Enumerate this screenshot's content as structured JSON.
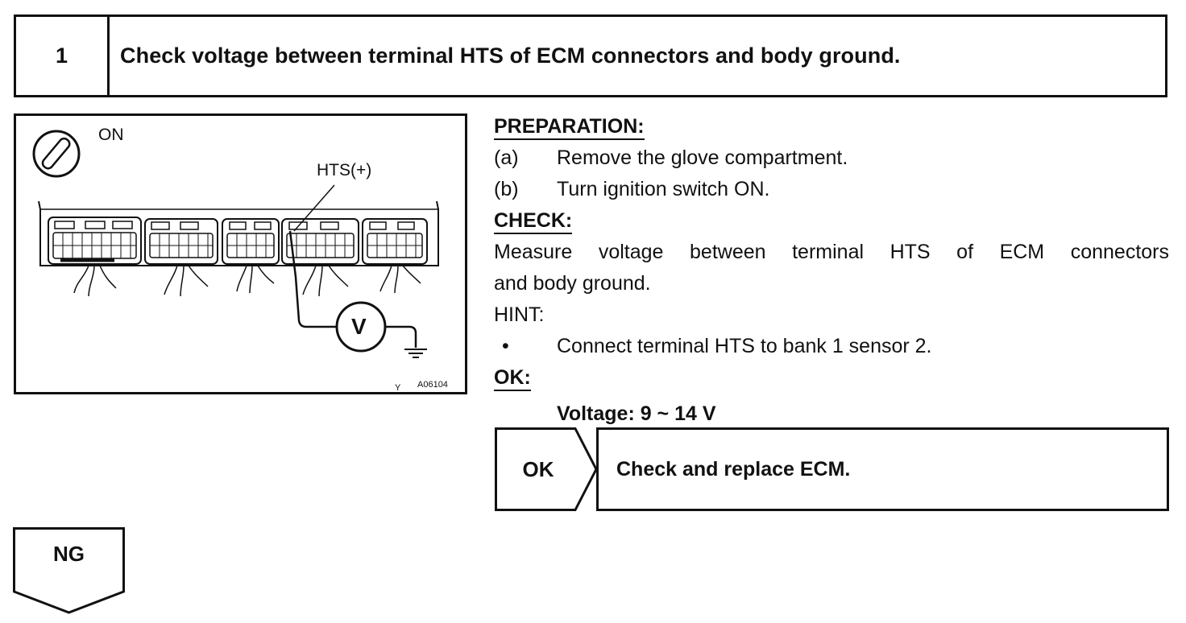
{
  "step": {
    "number": "1",
    "title": "Check voltage between terminal HTS of ECM connectors and body ground."
  },
  "figure": {
    "ignition_label": "ON",
    "terminal_label": "HTS(+)",
    "meter_symbol": "V",
    "corner_mark": "Y",
    "figure_code": "A06104"
  },
  "preparation": {
    "heading": "PREPARATION:",
    "steps": [
      {
        "marker": "(a)",
        "text": "Remove the glove compartment."
      },
      {
        "marker": "(b)",
        "text": "Turn ignition switch ON."
      }
    ]
  },
  "check": {
    "heading": "CHECK:",
    "line1": "Measure voltage between terminal HTS of ECM connectors",
    "line2": "and body ground.",
    "hint_label": "HINT:",
    "hint_bullet": "•",
    "hint_text": "Connect terminal HTS to bank 1 sensor 2."
  },
  "ok_spec": {
    "heading": "OK:",
    "spec": "Voltage:  9 ~ 14 V"
  },
  "ok_result": {
    "label": "OK",
    "action": "Check and replace ECM."
  },
  "ng_result": {
    "label": "NG"
  }
}
